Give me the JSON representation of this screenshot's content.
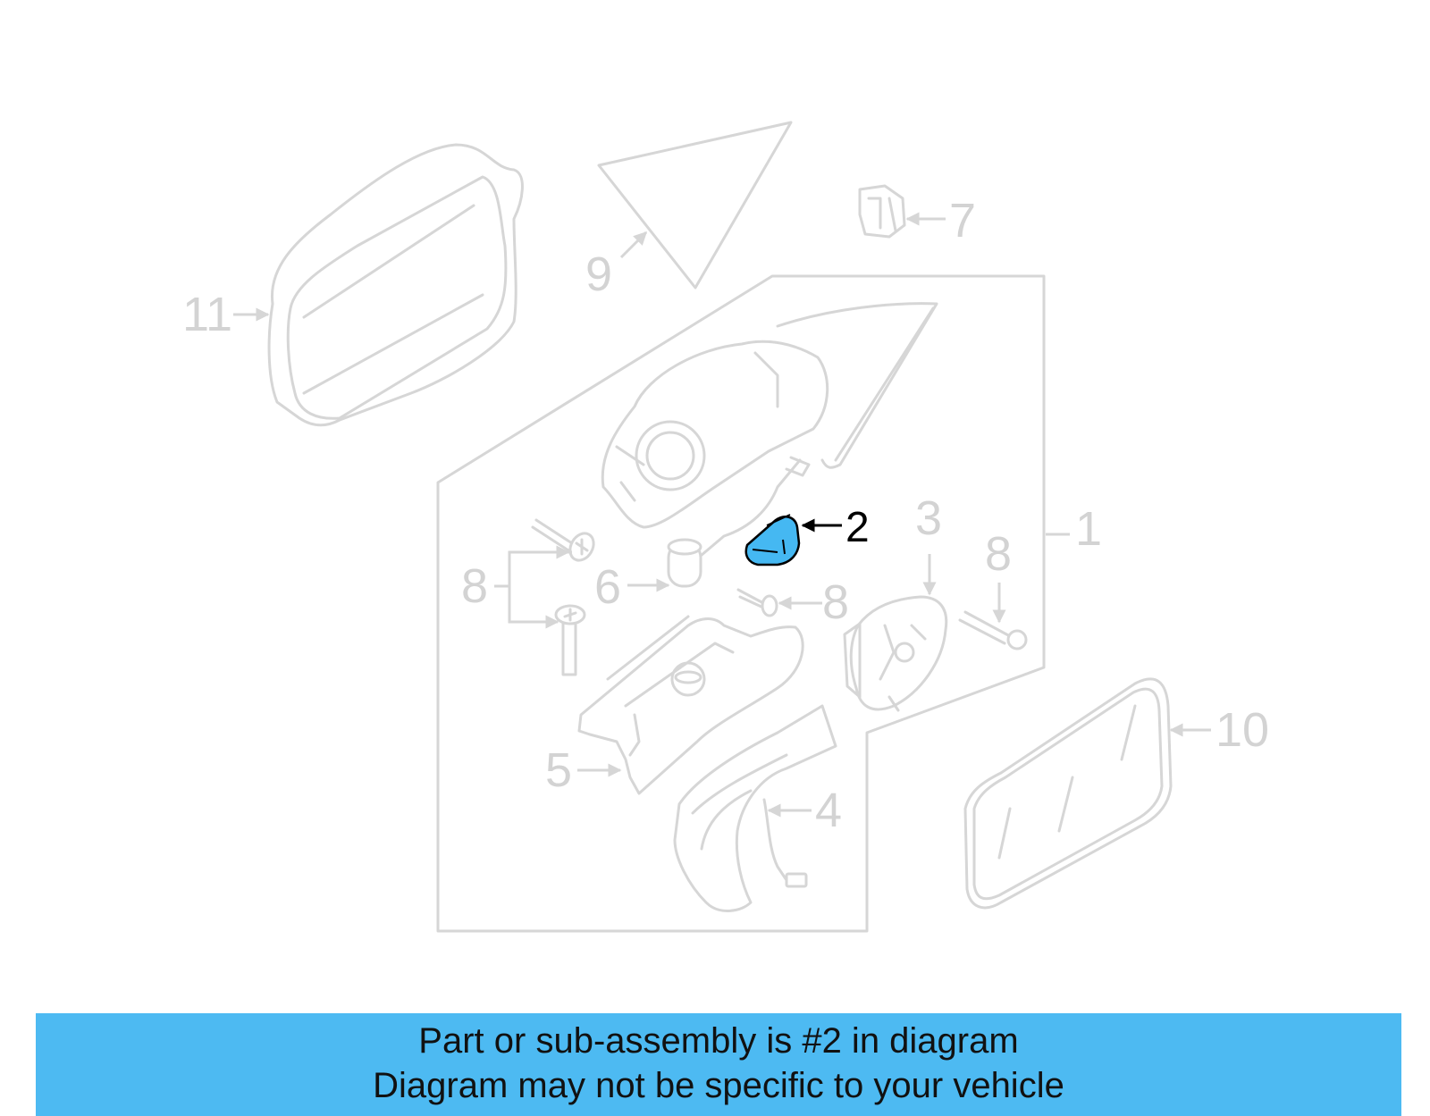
{
  "callouts": {
    "c1": "1",
    "c2": "2",
    "c3": "3",
    "c4": "4",
    "c5": "5",
    "c6": "6",
    "c7": "7",
    "c8a": "8",
    "c8b": "8",
    "c8c": "8",
    "c9": "9",
    "c10": "10",
    "c11": "11"
  },
  "highlight": {
    "part_number": "2",
    "color": "#45b8f2",
    "outline_color": "#000000"
  },
  "colors": {
    "line_art": "#d6d6d6",
    "banner_background": "#4dbaf2",
    "banner_text": "#111111"
  },
  "banner": {
    "line1": "Part or sub-assembly is #2 in diagram",
    "line2": "Diagram may not be specific to your vehicle"
  }
}
